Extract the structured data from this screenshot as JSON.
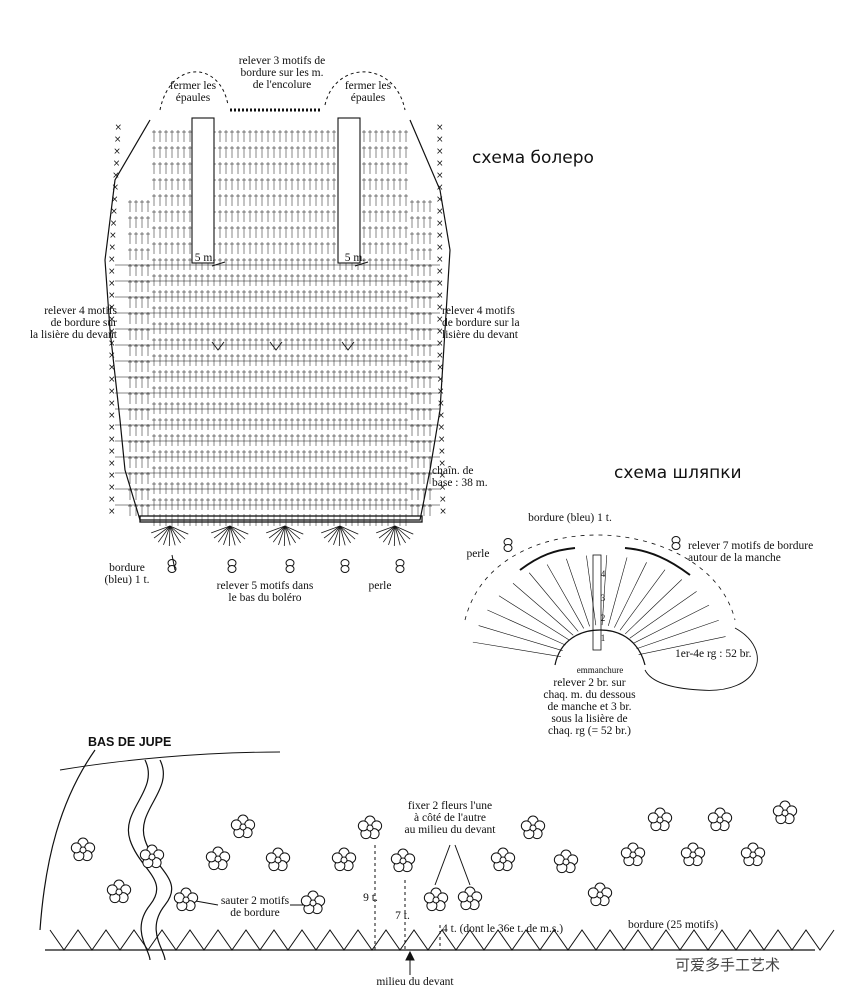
{
  "titles": {
    "bolero": "схема болеро",
    "hat": "схема шляпки",
    "skirt": "BAS DE JUPE"
  },
  "bolero": {
    "neck": "relever 3 motifs de\nbordure sur les m.\nde l'encolure",
    "shoulder_left": "fermer les\népaules",
    "shoulder_right": "fermer les\népaules",
    "five_left": "5 m.",
    "five_right": "5 m.",
    "front_left": "relever 4 motifs\nde bordure sur\nla lisière du devant",
    "front_right": "relever 4 motifs\nde bordure sur la\nlisière du devant",
    "base_chain": "chaîn. de\nbase : 38 m.",
    "bordure": "bordure\n(bleu) 1 t.",
    "bottom": "relever 5 motifs dans\nle bas du boléro",
    "perle": "perle"
  },
  "hat": {
    "bordure": "bordure (bleu) 1 t.",
    "perle": "perle",
    "motifs": "relever 7 motifs de bordure\nautour de la manche",
    "rows": "1er-4e rg : 52 br.",
    "emmanchure": "emmanchure",
    "relever": "relever 2 br. sur\nchaq. m. du dessous\nde manche et 3 br.\nsous la lisière de\nchaq. rg (= 52 br.)",
    "row_nums": [
      "4",
      "3",
      "2",
      "1"
    ]
  },
  "skirt": {
    "fixer": "fixer 2 fleurs l'une\nà côté de l'autre\nau milieu du devant",
    "sauter": "sauter 2 motifs\nde bordure",
    "nine": "9 t.",
    "seven": "7 t.",
    "four": "4 t. (dont le 36e t. de m.s.)",
    "bordure": "bordure (25 motifs)",
    "milieu": "milieu du devant"
  },
  "watermark": "可爱多手工艺术",
  "colors": {
    "ink": "#111111"
  }
}
